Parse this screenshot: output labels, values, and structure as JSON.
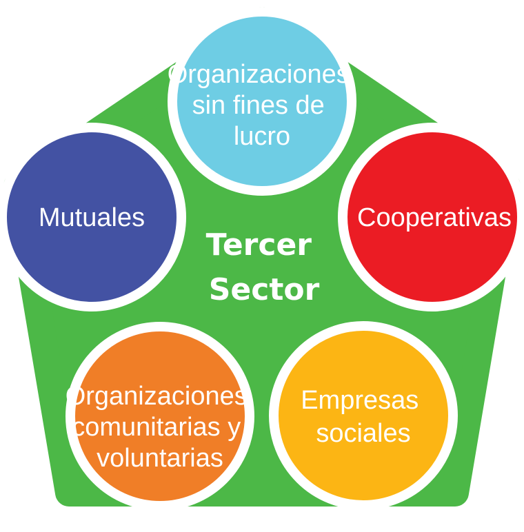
{
  "center": {
    "line1": "Tercer",
    "line2": "Sector",
    "color": "#4cb847"
  },
  "nodes": [
    {
      "key": "osfl",
      "lines": [
        "Organizaciones",
        "sin fines de",
        "lucro"
      ],
      "color": "#6ecde4"
    },
    {
      "key": "cooperativas",
      "lines": [
        "Cooperativas"
      ],
      "color": "#eb1c24"
    },
    {
      "key": "empresas",
      "lines": [
        "Empresas",
        "sociales"
      ],
      "color": "#fcb514"
    },
    {
      "key": "comunitarias",
      "lines": [
        "Organizaciones",
        "comunitarias y",
        "voluntarias"
      ],
      "color": "#f07e27"
    },
    {
      "key": "mutuales",
      "lines": [
        "Mutuales"
      ],
      "color": "#4352a3"
    }
  ],
  "ring_color": "#4cb847",
  "outline_color": "#ffffff"
}
